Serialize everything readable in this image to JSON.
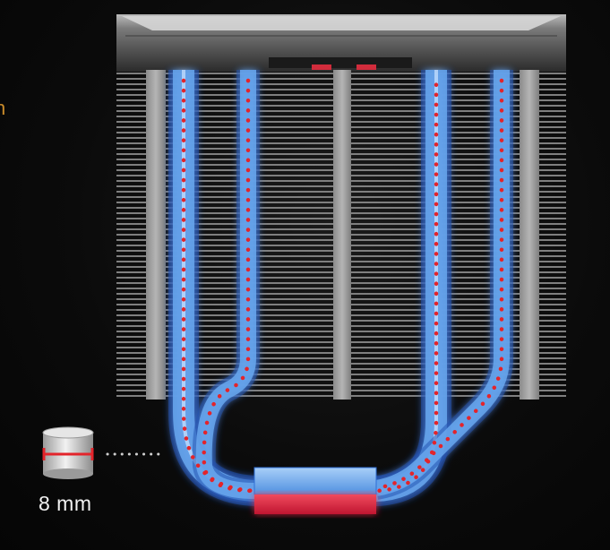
{
  "figure": {
    "subject": "cpu-cooler-heatpipe-cutaway",
    "pipe_diameter_label": "8 mm",
    "edge_fragment": "n",
    "colors": {
      "background": "#060606",
      "fins": "#9a9a9a",
      "heatpipe": "#6aa8ef",
      "heatpipe_glow": "#2f6fd6",
      "heat_flow_dots": "#e3242b",
      "base_plate": "#e0304a",
      "cover": "#3a3a3a"
    },
    "heatpipe_count": 4,
    "icons": [
      "cylinder-pipe-icon",
      "dotted-connector"
    ]
  }
}
